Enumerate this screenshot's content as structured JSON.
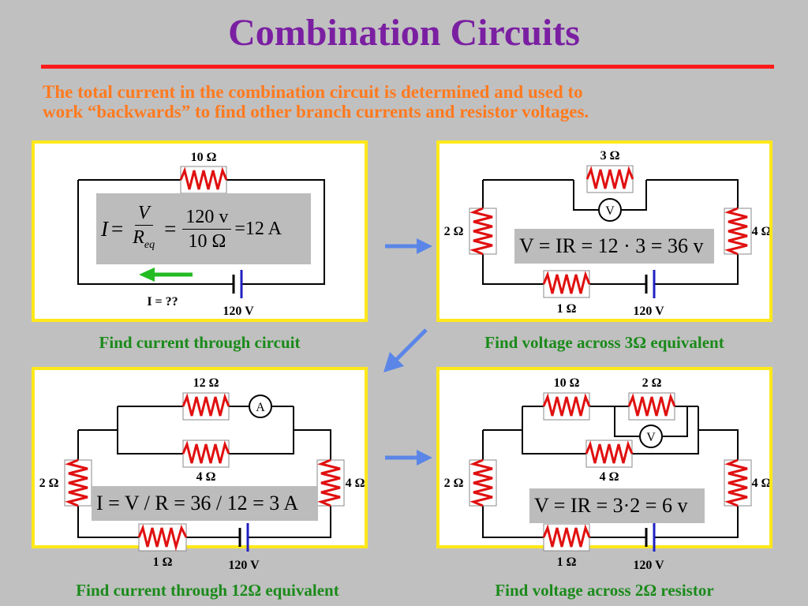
{
  "title": "Combination Circuits",
  "subtitle_line1": "The total current in the combination circuit is determined and used to",
  "subtitle_line2": "work “backwards” to find other branch currents and resistor voltages.",
  "colors": {
    "title": "#7a1fa2",
    "subtitle": "#ff7a1f",
    "caption": "#1a8a1a",
    "rule": "#ff1a1a",
    "panel_border": "#ffe81a",
    "resistor": "#e01010",
    "battery": "#2020c0",
    "arrow": "#5b86e8",
    "current_arrow": "#22bb22"
  },
  "panel1": {
    "caption": "Find current through circuit",
    "r_top": "10 Ω",
    "current_label": "I = ??",
    "battery": "120 V",
    "eq": {
      "lhs": "I",
      "eq_sign": "=",
      "frac1_num": "V",
      "frac1_den_main": "R",
      "frac1_den_sub": "eq",
      "frac2_num": "120 v",
      "frac2_den": "10 Ω",
      "result": "=12  A"
    }
  },
  "panel2": {
    "caption": "Find voltage across 3Ω equivalent",
    "r_top": "3 Ω",
    "r_left": "2 Ω",
    "r_right": "4 Ω",
    "r_bottom": "1 Ω",
    "battery": "120 V",
    "meter": "V",
    "eq": "V = IR = 12 · 3 = 36 v"
  },
  "panel3": {
    "caption": "Find current through 12Ω equivalent",
    "r_top": "12 Ω",
    "r_mid": "4 Ω",
    "r_left": "2 Ω",
    "r_right": "4 Ω",
    "r_bottom": "1 Ω",
    "battery": "120 V",
    "meter": "A",
    "eq": "I = V / R = 36 / 12 = 3 A"
  },
  "panel4": {
    "caption": "Find voltage across 2Ω resistor",
    "r_top1": "10 Ω",
    "r_top2": "2 Ω",
    "r_mid": "4 Ω",
    "r_left": "2 Ω",
    "r_right": "4 Ω",
    "r_bottom": "1 Ω",
    "battery": "120 V",
    "meter": "V",
    "eq": "V = IR = 3·2 = 6  v"
  }
}
